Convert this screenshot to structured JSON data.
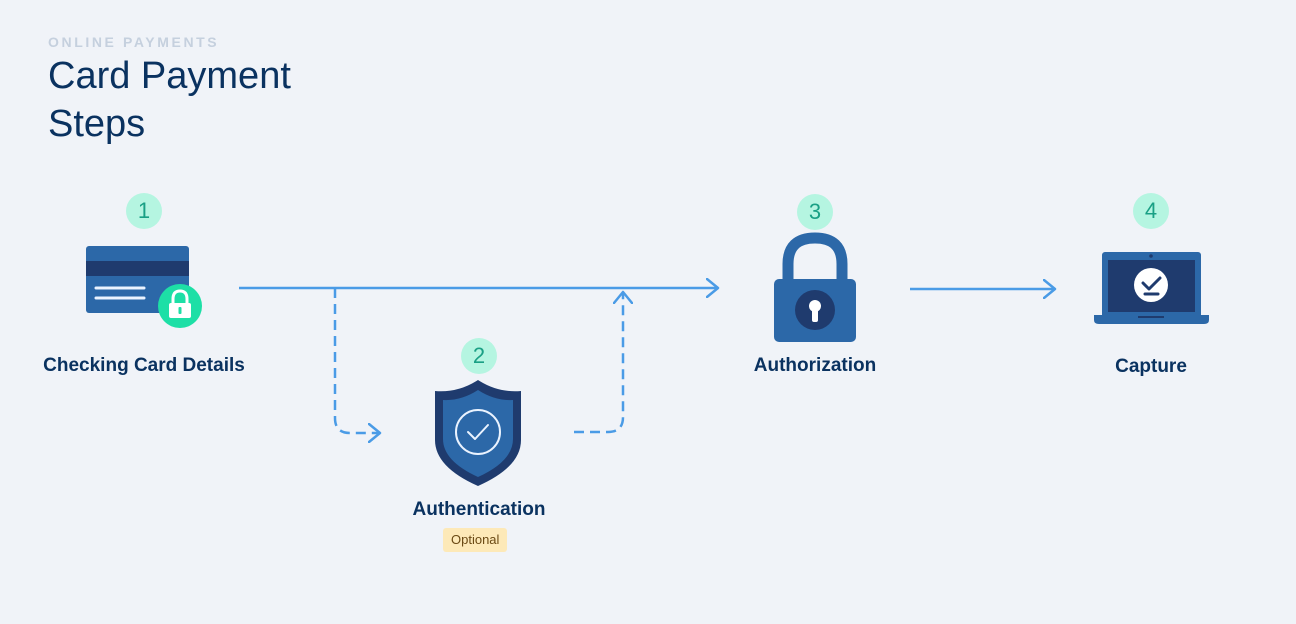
{
  "header": {
    "eyebrow": "ONLINE PAYMENTS",
    "title": "Card Payment Steps"
  },
  "steps": [
    {
      "number": "1",
      "label": "Checking Card Details",
      "icon": "credit-card-lock-icon"
    },
    {
      "number": "2",
      "label": "Authentication",
      "icon": "shield-check-icon",
      "tag": "Optional"
    },
    {
      "number": "3",
      "label": "Authorization",
      "icon": "padlock-icon"
    },
    {
      "number": "4",
      "label": "Capture",
      "icon": "laptop-download-icon"
    }
  ],
  "colors": {
    "background": "#f0f3f8",
    "title": "#0a3260",
    "badge_fill": "#b5f5e1",
    "badge_text": "#1aa085",
    "arrow": "#4a9be6",
    "icon_dark": "#1f3b6e",
    "icon_mid": "#2c68a8",
    "lock_accent": "#1ddfa6",
    "tag_fill": "#fde9b8"
  }
}
